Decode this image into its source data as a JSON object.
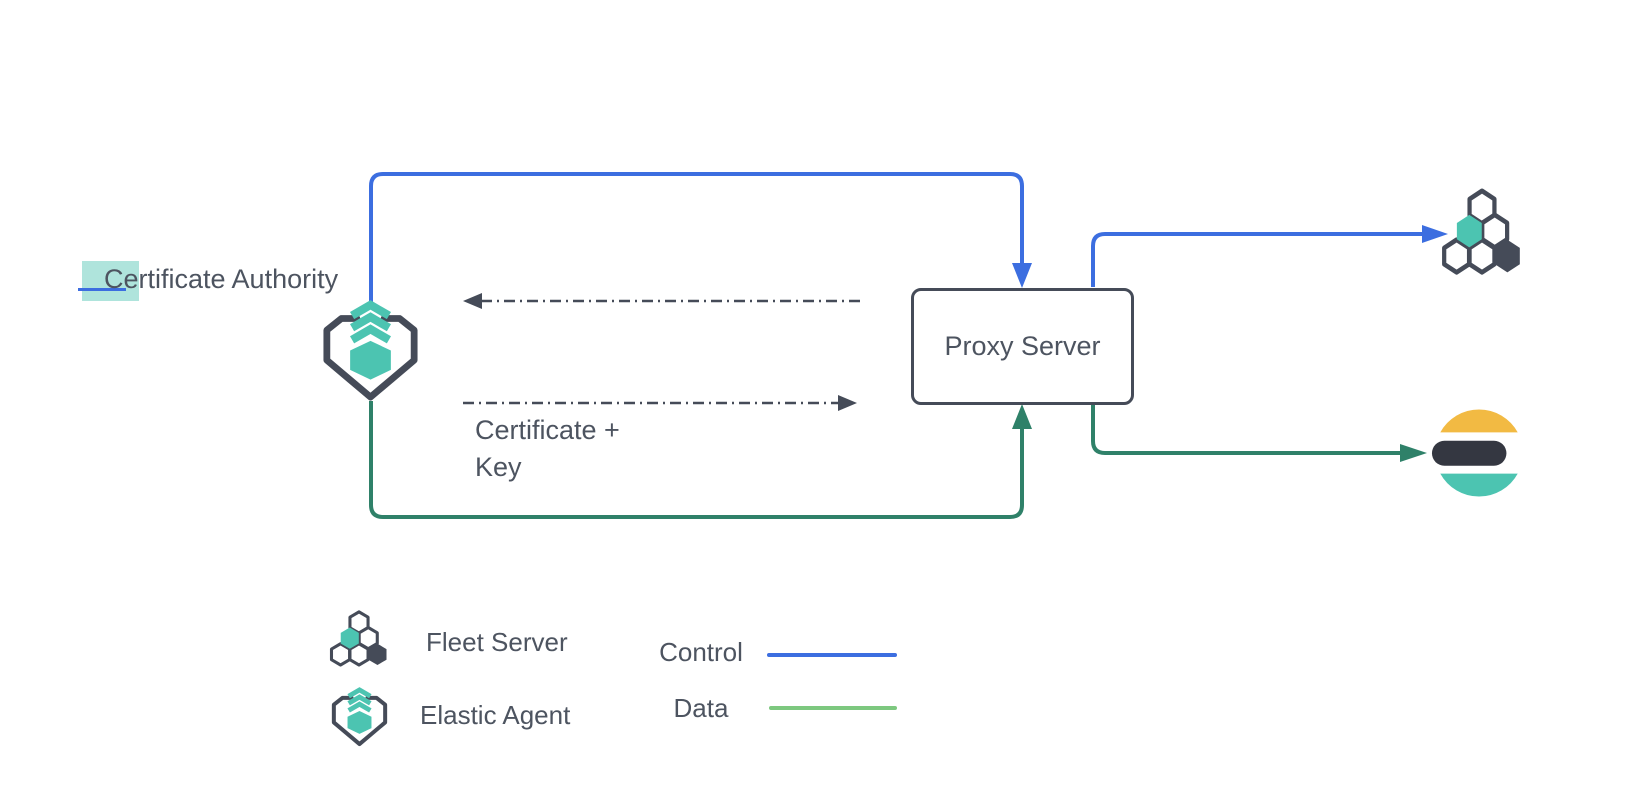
{
  "colors": {
    "background": "#ffffff",
    "control_blue": "#3c6ee0",
    "data_green": "#2f8169",
    "data_green_legend": "#7dc87f",
    "teal": "#4cc4b1",
    "slate_outline": "#454b58",
    "text": "#4d5460",
    "es_yellow": "#f2ba43",
    "es_dark": "#343741",
    "selection_teal": "rgba(77,196,178,0.45)"
  },
  "diagram": {
    "certificate_authority_label": "Certificate Authority",
    "proxy_server_label": "Proxy Server",
    "certificate_key_label": "Certificate +\nKey"
  },
  "icons": {
    "elastic_agent": "elastic-agent-icon",
    "fleet_server": "fleet-server-icon",
    "elasticsearch": "elasticsearch-icon"
  },
  "connectors": [
    {
      "name": "control-agent-to-proxy",
      "type": "control",
      "style": "solid"
    },
    {
      "name": "control-proxy-to-fleet-server",
      "type": "control",
      "style": "solid"
    },
    {
      "name": "data-agent-to-proxy",
      "type": "data",
      "style": "solid"
    },
    {
      "name": "data-proxy-to-elasticsearch",
      "type": "data",
      "style": "solid"
    },
    {
      "name": "certificate-proxy-to-agent",
      "type": "certificate-exchange",
      "style": "dash-dot"
    },
    {
      "name": "certificate-agent-to-proxy",
      "type": "certificate-exchange",
      "style": "dash-dot"
    }
  ],
  "legend": {
    "items": [
      {
        "icon": "fleet-server-icon",
        "label": "Fleet Server"
      },
      {
        "icon": "elastic-agent-icon",
        "label": "Elastic Agent"
      }
    ],
    "flows": [
      {
        "label": "Control",
        "color_key": "control_blue"
      },
      {
        "label": "Data",
        "color_key": "data_green_legend"
      }
    ]
  }
}
